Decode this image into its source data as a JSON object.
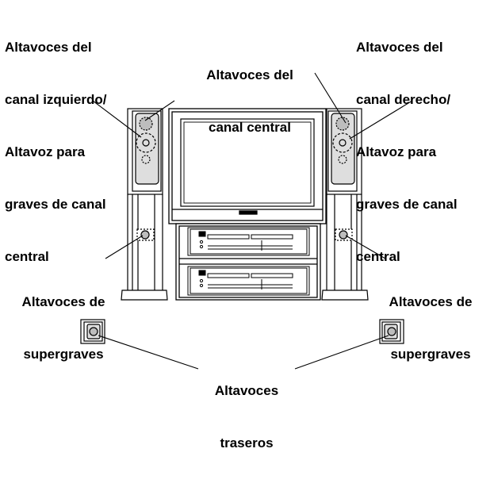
{
  "labels": {
    "front_left": [
      "Altavoces del",
      "canal izquierdo/",
      "Altavoz para",
      "graves de canal",
      "central"
    ],
    "center": [
      "Altavoces del",
      "canal central"
    ],
    "front_right": [
      "Altavoces del",
      "canal derecho/",
      "Altavoz para",
      "graves de canal",
      "central"
    ],
    "super_left": [
      "Altavoces de",
      "supergraves"
    ],
    "super_right": [
      "Altavoces de",
      "supergraves"
    ],
    "rear": [
      "Altavoces",
      "traseros"
    ]
  }
}
